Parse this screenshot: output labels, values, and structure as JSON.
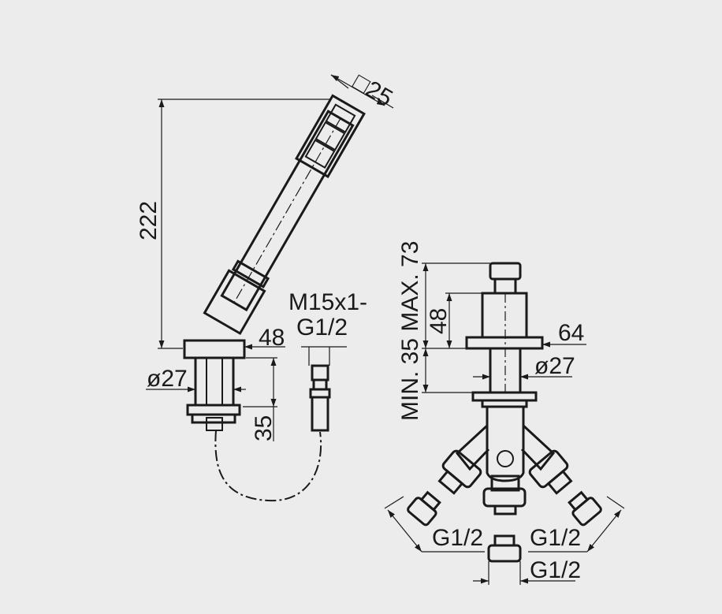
{
  "colors": {
    "background": "#ececec",
    "line": "#1a1a1a"
  },
  "labels": {
    "head_square": "□25",
    "height_222": "222",
    "flange_48": "48",
    "dia_27_left": "ø27",
    "height_35": "35",
    "thread": "M15x1-",
    "thread2": "G1/2",
    "minmax": "MIN. 35  MAX. 73",
    "height_48_right": "48",
    "flange_64": "64",
    "dia_27_right": "ø27",
    "g12_left": "G1/2",
    "g12_right": "G1/2",
    "g12_bottom": "G1/2"
  }
}
